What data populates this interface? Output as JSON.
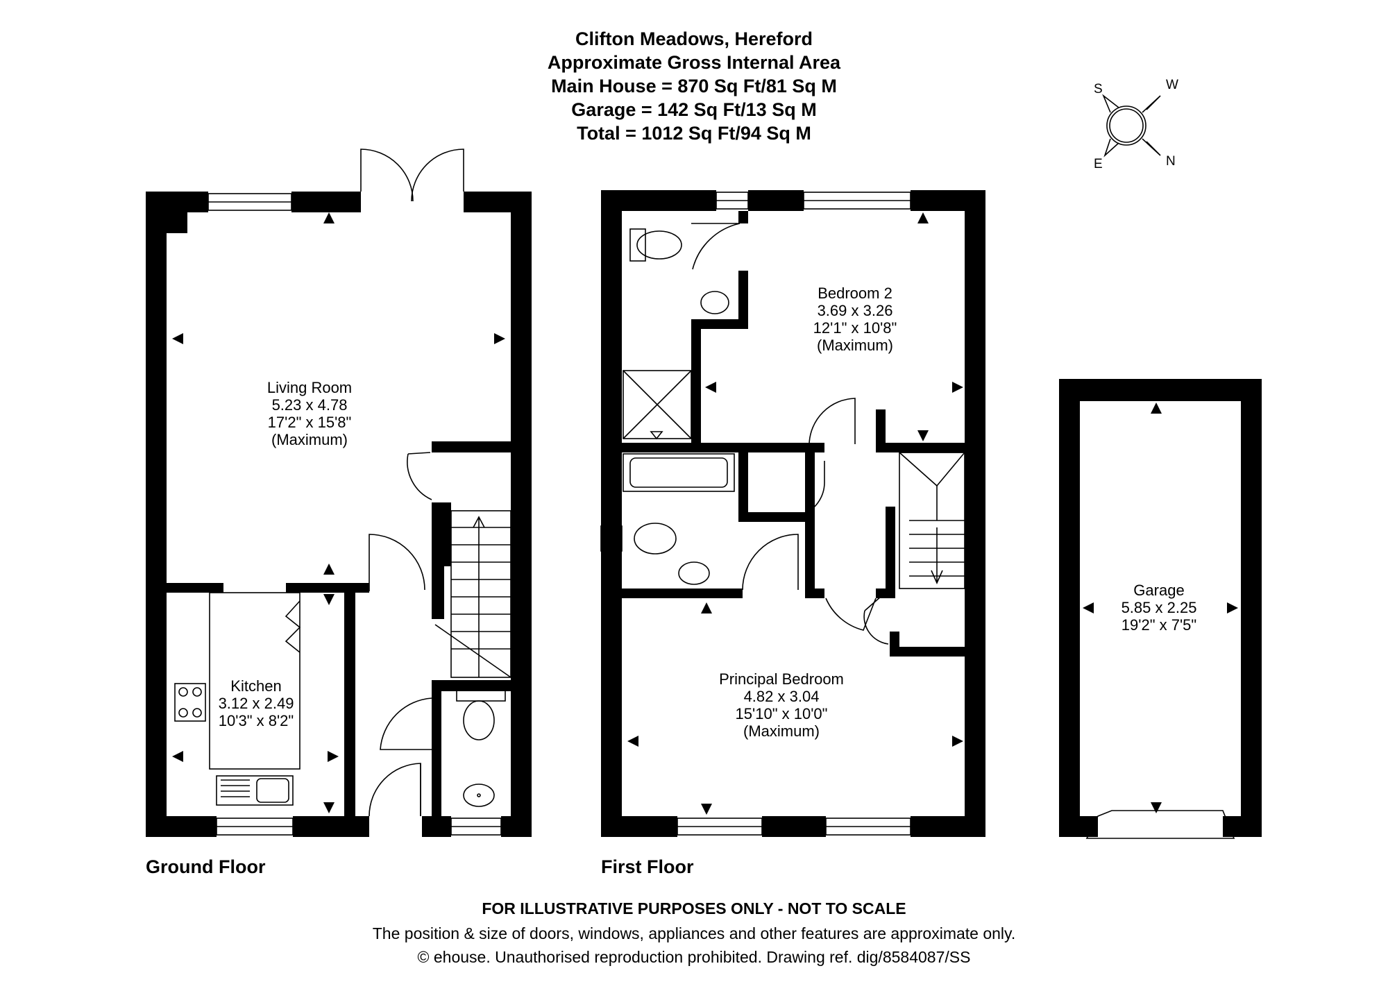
{
  "header": {
    "location": "Clifton Meadows, Hereford",
    "area_title": "Approximate Gross Internal Area",
    "main_house": "Main House = 870 Sq Ft/81 Sq M",
    "garage": "Garage = 142 Sq Ft/13 Sq M",
    "total": "Total = 1012 Sq Ft/94 Sq M"
  },
  "compass": {
    "s": "S",
    "w": "W",
    "e": "E",
    "n": "N"
  },
  "floors": {
    "ground": "Ground Floor",
    "first": "First Floor"
  },
  "rooms": {
    "living": {
      "name": "Living Room",
      "metric": "5.23 x 4.78",
      "imperial": "17'2\" x 15'8\"",
      "note": "(Maximum)"
    },
    "kitchen": {
      "name": "Kitchen",
      "metric": "3.12 x 2.49",
      "imperial": "10'3\" x 8'2\""
    },
    "bedroom2": {
      "name": "Bedroom 2",
      "metric": "3.69 x 3.26",
      "imperial": "12'1\" x 10'8\"",
      "note": "(Maximum)"
    },
    "principal": {
      "name": "Principal Bedroom",
      "metric": "4.82 x 3.04",
      "imperial": "15'10\" x 10'0\"",
      "note": "(Maximum)"
    },
    "garage": {
      "name": "Garage",
      "metric": "5.85 x 2.25",
      "imperial": "19'2\" x 7'5\""
    }
  },
  "footer": {
    "line1": "FOR ILLUSTRATIVE PURPOSES ONLY - NOT TO SCALE",
    "line2": "The position & size of doors, windows, appliances and other features are approximate only.",
    "line3": "© ehouse. Unauthorised reproduction prohibited. Drawing ref. dig/8584087/SS"
  }
}
